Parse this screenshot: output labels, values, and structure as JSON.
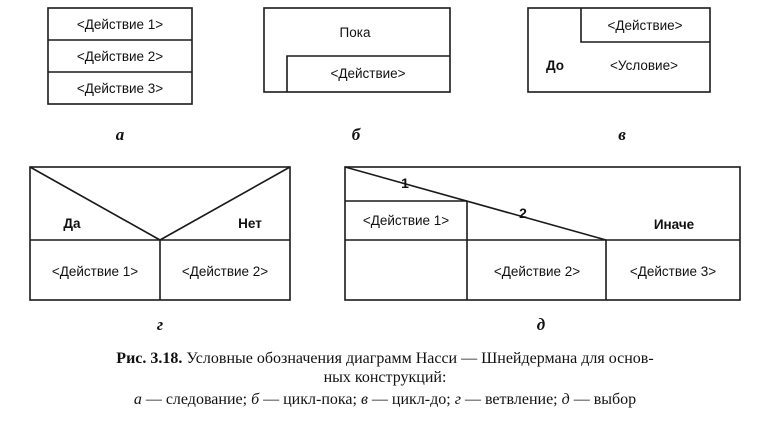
{
  "diagram_a": {
    "letter": "а",
    "actions": [
      "<Действие 1>",
      "<Действие 2>",
      "<Действие 3>"
    ]
  },
  "diagram_b": {
    "letter": "б",
    "condition": "Пока",
    "action": "<Действие>"
  },
  "diagram_v": {
    "letter": "в",
    "action": "<Действие>",
    "keyword": "До",
    "condition": "<Условие>"
  },
  "diagram_g": {
    "letter": "г",
    "yes": "Да",
    "no": "Нет",
    "action1": "<Действие 1>",
    "action2": "<Действие 2>"
  },
  "diagram_d": {
    "letter": "д",
    "case1": "1",
    "case2": "2",
    "otherwise": "Иначе",
    "action1": "<Действие 1>",
    "action2": "<Действие 2>",
    "action3": "<Действие 3>"
  },
  "caption": {
    "fig_label": "Рис. 3.18.",
    "line1": "Условные обозначения диаграмм Насси — Шнейдермана для основ-",
    "line2": "ных конструкций:",
    "line3": {
      "k1": "а",
      "t1": " — следование; ",
      "k2": "б",
      "t2": " — цикл-пока; ",
      "k3": "в",
      "t3": " — цикл-до; ",
      "k4": "г",
      "t4": " — ветвление; ",
      "k5": "д",
      "t5": " — выбор"
    }
  }
}
